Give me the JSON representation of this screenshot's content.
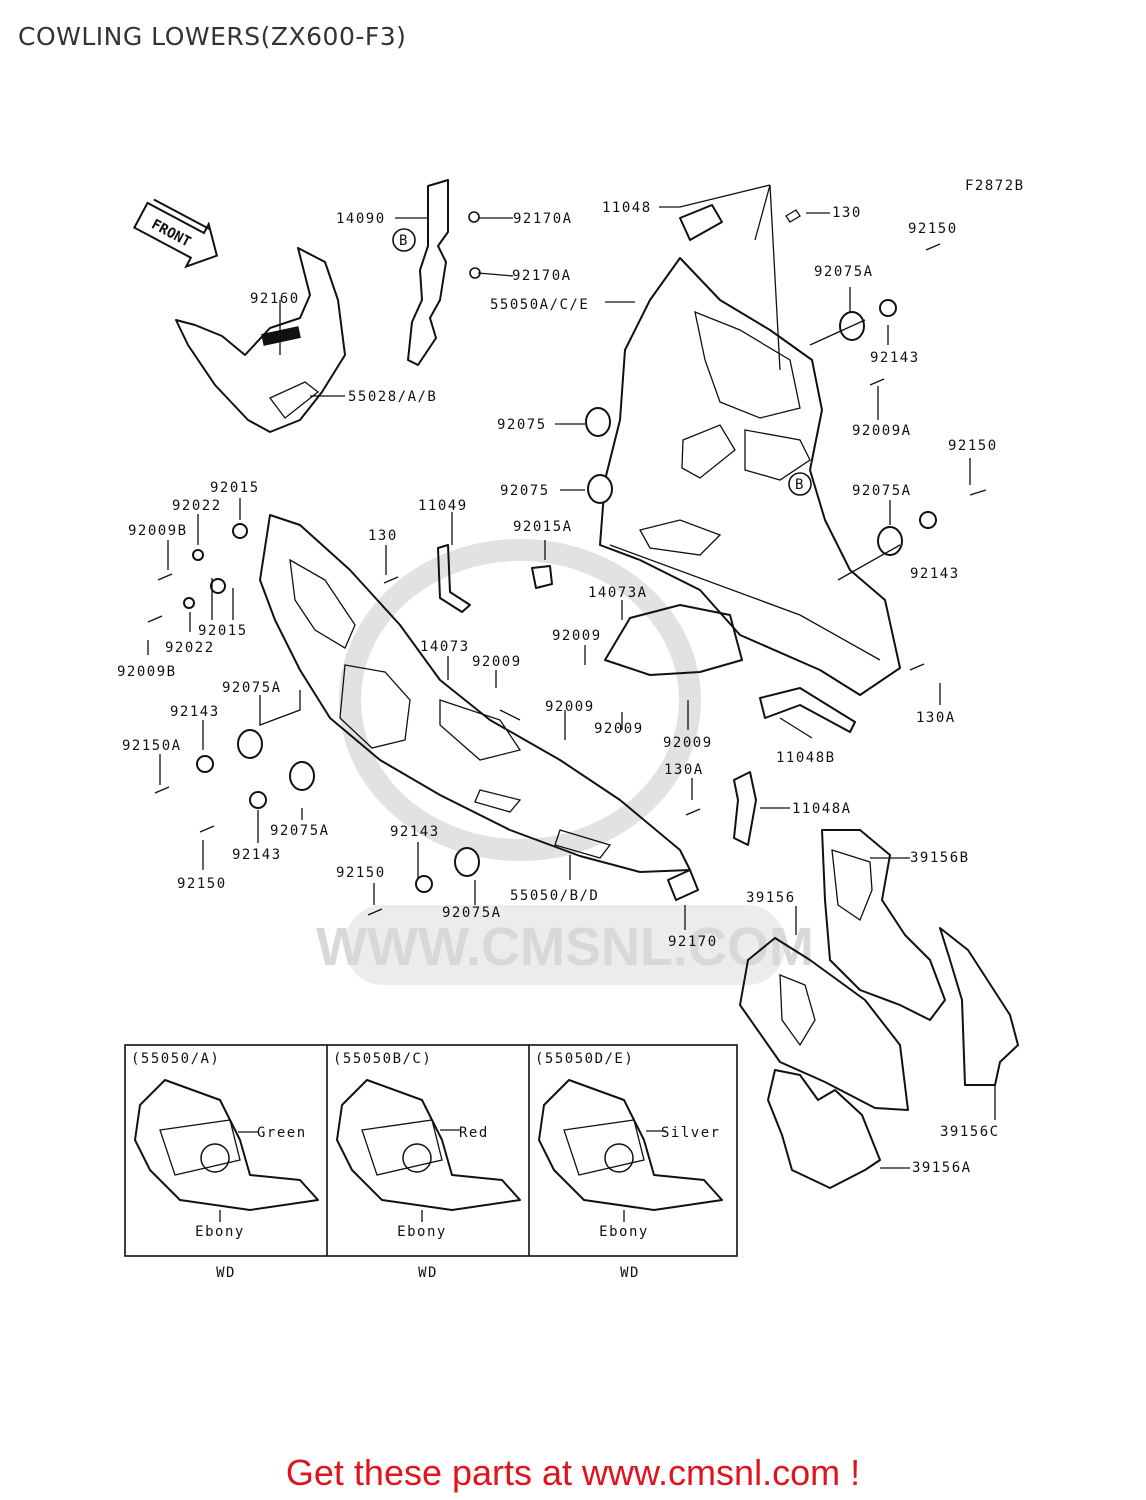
{
  "header": {
    "title": "COWLING LOWERS(ZX600-F3)"
  },
  "diagram": {
    "figure_code": "F2872B",
    "front_label": "FRONT",
    "callout_b": "B",
    "watermark": "WWW.CMSNL.COM",
    "labels": [
      "92170A",
      "92170A",
      "14090",
      "11048",
      "130",
      "92150",
      "55050A/C/E",
      "92075A",
      "92143",
      "92160",
      "55028/A/B",
      "92075",
      "92009A",
      "92150",
      "92075",
      "92075A",
      "92015",
      "92022",
      "92009B",
      "11049",
      "130",
      "92015A",
      "92143",
      "14073A",
      "92015",
      "92022",
      "92009B",
      "14073",
      "92009",
      "92009",
      "130A",
      "92075A",
      "92009",
      "11048B",
      "92143",
      "92009",
      "92150A",
      "92009",
      "130A",
      "11048A",
      "92075A",
      "92143",
      "92143",
      "39156B",
      "92150",
      "92150",
      "55050/B/D",
      "39156",
      "92075A",
      "92170",
      "39156C",
      "39156A"
    ]
  },
  "variants": [
    {
      "code": "(55050/A)",
      "color": "Green",
      "base": "Ebony",
      "note": "WD"
    },
    {
      "code": "(55050B/C)",
      "color": "Red",
      "base": "Ebony",
      "note": "WD"
    },
    {
      "code": "(55050D/E)",
      "color": "Silver",
      "base": "Ebony",
      "note": "WD"
    }
  ],
  "footer": {
    "link_text": "Get these parts at www.cmsnl.com !",
    "color": "#e0141e"
  }
}
